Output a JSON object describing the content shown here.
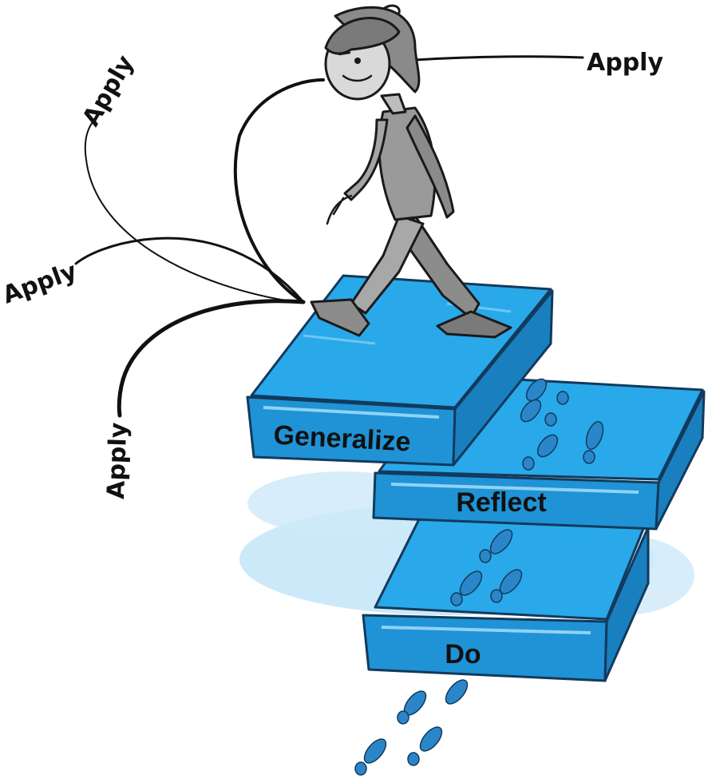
{
  "steps": [
    {
      "key": "do",
      "label": "Do"
    },
    {
      "key": "reflect",
      "label": "Reflect"
    },
    {
      "key": "generalize",
      "label": "Generalize"
    }
  ],
  "apply_labels": [
    "Apply",
    "Apply",
    "Apply",
    "Apply"
  ],
  "colors": {
    "step_top": "#29a9ea",
    "step_side": "#1f93d6",
    "step_edge": "#123a5c",
    "shadow": "#bfe3f7",
    "footprint": "#2a86c8",
    "figure_gray": "#9a9a9a",
    "ink": "#1a1a1a"
  },
  "icons": [
    "person-walking-figure",
    "footprints-icon",
    "stair-step-block"
  ]
}
